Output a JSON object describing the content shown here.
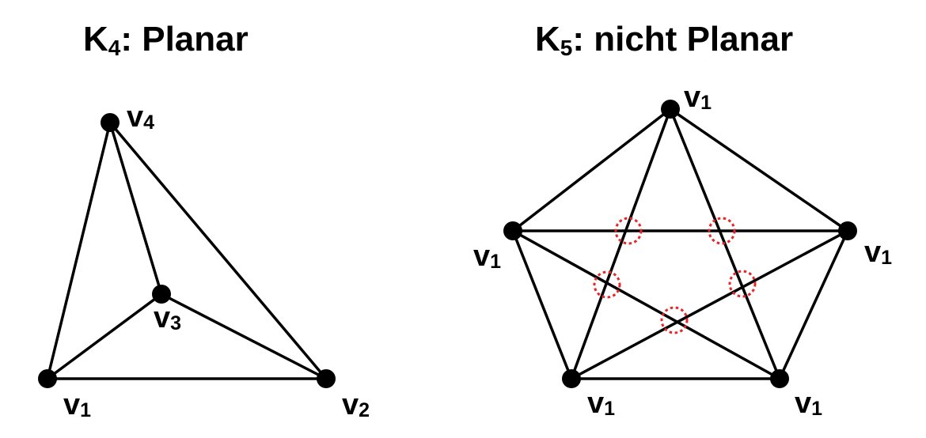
{
  "k4": {
    "title_main": "K",
    "title_sub": "4",
    "title_rest": ": Planar",
    "vertices": [
      {
        "id": "v1",
        "letter": "v",
        "index": "1"
      },
      {
        "id": "v2",
        "letter": "v",
        "index": "2"
      },
      {
        "id": "v3",
        "letter": "v",
        "index": "3"
      },
      {
        "id": "v4",
        "letter": "v",
        "index": "4"
      }
    ],
    "edges": [
      [
        "v1",
        "v2"
      ],
      [
        "v1",
        "v3"
      ],
      [
        "v1",
        "v4"
      ],
      [
        "v2",
        "v3"
      ],
      [
        "v2",
        "v4"
      ],
      [
        "v3",
        "v4"
      ]
    ]
  },
  "k5": {
    "title_main": "K",
    "title_sub": "5",
    "title_rest": ": nicht Planar",
    "vertices": [
      {
        "id": "top",
        "letter": "v",
        "index": "1"
      },
      {
        "id": "left",
        "letter": "v",
        "index": "1"
      },
      {
        "id": "right",
        "letter": "v",
        "index": "1"
      },
      {
        "id": "bottom-left",
        "letter": "v",
        "index": "1"
      },
      {
        "id": "bottom-right",
        "letter": "v",
        "index": "1"
      }
    ],
    "edges": [
      [
        "top",
        "left"
      ],
      [
        "top",
        "right"
      ],
      [
        "top",
        "bottom-left"
      ],
      [
        "top",
        "bottom-right"
      ],
      [
        "left",
        "right"
      ],
      [
        "left",
        "bottom-left"
      ],
      [
        "left",
        "bottom-right"
      ],
      [
        "right",
        "bottom-left"
      ],
      [
        "right",
        "bottom-right"
      ],
      [
        "bottom-left",
        "bottom-right"
      ]
    ],
    "crossing_count": 5
  },
  "colors": {
    "edge": "#000000",
    "node": "#000000",
    "crossing_marker": "#e8262a",
    "background": "#ffffff"
  }
}
